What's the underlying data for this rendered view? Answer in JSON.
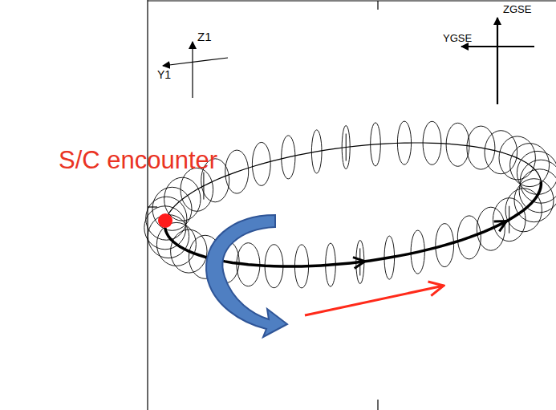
{
  "diagram": {
    "labels": [
      "Z1",
      "Y1",
      "ZGSE",
      "YGSE",
      "S/C encounter"
    ]
  }
}
